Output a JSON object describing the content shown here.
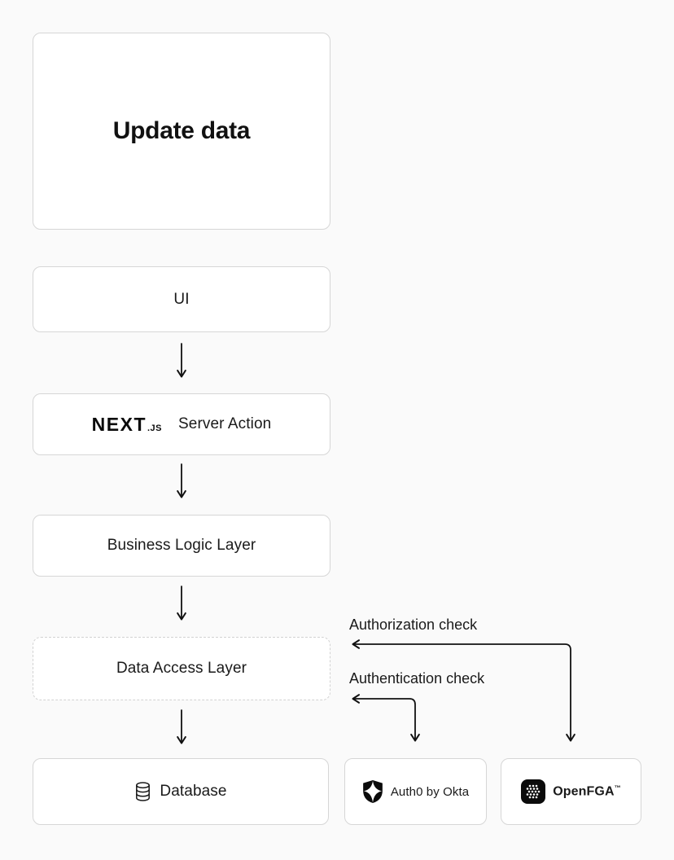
{
  "page": {
    "background": "#fafafa",
    "box_fill": "#ffffff",
    "border_color": "#d6d6d6",
    "dashed_border_color": "#d2d2d2",
    "text_color": "#1a1a1a",
    "line_color": "#111111"
  },
  "flow": {
    "update_data": {
      "label": "Update data"
    },
    "ui": {
      "label": "UI"
    },
    "server_action": {
      "brand": "NEXT",
      "brand_suffix": ".JS",
      "label": "Server Action"
    },
    "business_logic": {
      "label": "Business Logic Layer"
    },
    "data_access": {
      "label": "Data Access Layer"
    },
    "database": {
      "label": "Database",
      "icon": "database-cylinder-icon"
    },
    "auth0": {
      "label": "Auth0 by Okta",
      "icon": "auth0-shield-icon"
    },
    "openfga": {
      "label": "OpenFGA",
      "trademark": "™",
      "icon": "openfga-dots-icon"
    }
  },
  "annotations": {
    "authorization": "Authorization check",
    "authentication": "Authentication check"
  }
}
